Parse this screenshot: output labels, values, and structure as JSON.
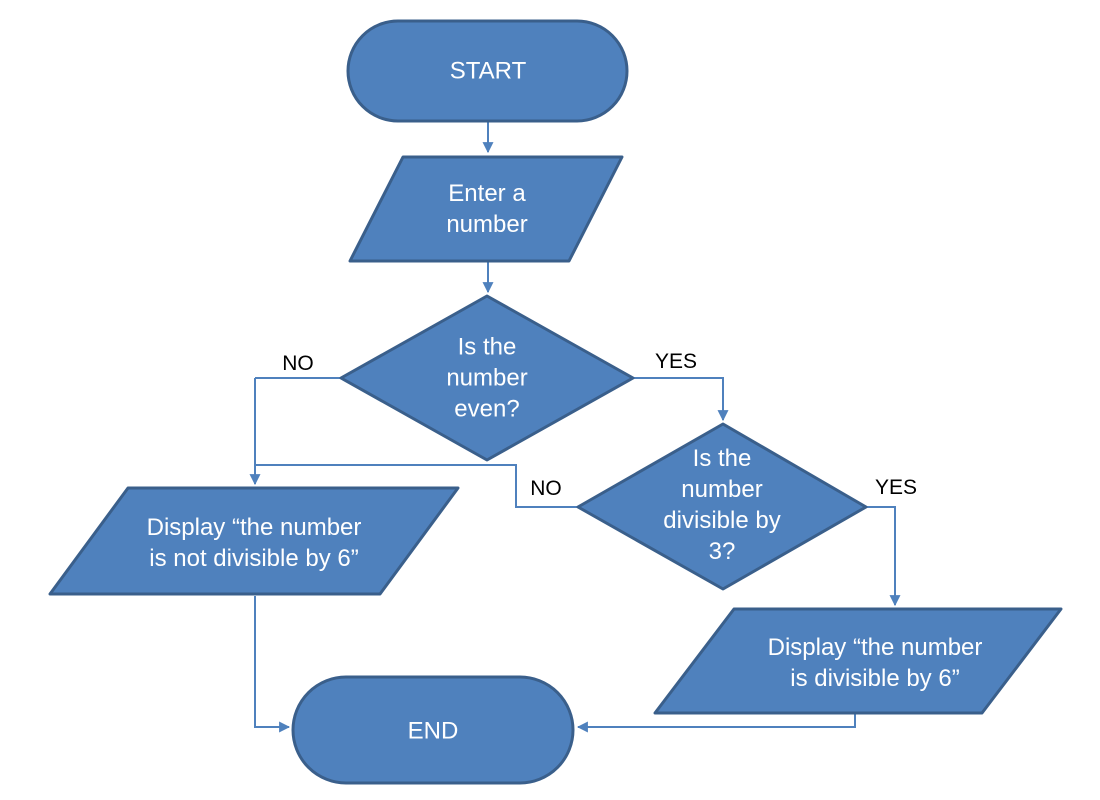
{
  "diagram": {
    "kind": "flowchart",
    "colors": {
      "shape_fill": "#4F81BD",
      "shape_border": "#3A5F8B",
      "connector": "#4F81BD",
      "node_text": "#FFFFFF",
      "edge_label_text": "#000000",
      "background": "#FFFFFF"
    },
    "nodes": {
      "start": {
        "type": "terminator",
        "label": "START"
      },
      "enter_number": {
        "type": "input-output",
        "label": "Enter a\nnumber"
      },
      "is_even": {
        "type": "decision",
        "label": "Is the\nnumber\neven?"
      },
      "is_divisible_by_3": {
        "type": "decision",
        "label": "Is the\nnumber\ndivisible by\n3?"
      },
      "display_not_divisible": {
        "type": "input-output",
        "label": "Display “the number\nis not divisible by 6”"
      },
      "display_divisible": {
        "type": "input-output",
        "label": "Display “the number\nis divisible by 6”"
      },
      "end": {
        "type": "terminator",
        "label": "END"
      }
    },
    "edge_labels": {
      "is_even_no": "NO",
      "is_even_yes": "YES",
      "is_divisible_by_3_no": "NO",
      "is_divisible_by_3_yes": "YES"
    }
  }
}
